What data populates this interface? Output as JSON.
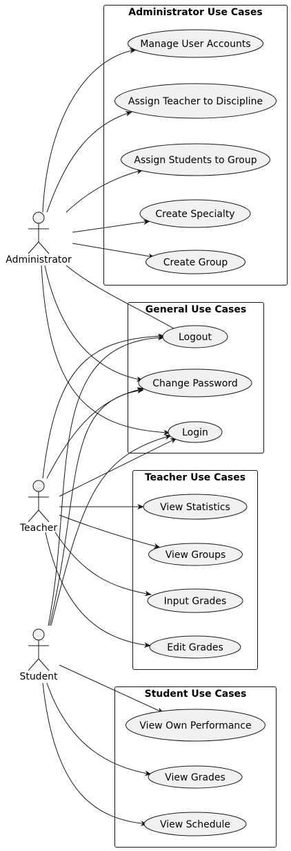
{
  "actors": {
    "administrator": "Administrator",
    "teacher": "Teacher",
    "student": "Student"
  },
  "packages": {
    "admin": {
      "title": "Administrator Use Cases",
      "use_cases": {
        "manage_user_accounts": "Manage User Accounts",
        "assign_teacher": "Assign Teacher to Discipline",
        "assign_students": "Assign Students to Group",
        "create_specialty": "Create Specialty",
        "create_group": "Create Group"
      }
    },
    "general": {
      "title": "General Use Cases",
      "use_cases": {
        "logout": "Logout",
        "change_password": "Change Password",
        "login": "Login"
      }
    },
    "teacher": {
      "title": "Teacher Use Cases",
      "use_cases": {
        "view_statistics": "View Statistics",
        "view_groups": "View Groups",
        "input_grades": "Input Grades",
        "edit_grades": "Edit Grades"
      }
    },
    "student": {
      "title": "Student Use Cases",
      "use_cases": {
        "view_own_performance": "View Own Performance",
        "view_grades": "View Grades",
        "view_schedule": "View Schedule"
      }
    }
  },
  "relations": [
    [
      "administrator",
      "manage_user_accounts"
    ],
    [
      "administrator",
      "assign_teacher"
    ],
    [
      "administrator",
      "assign_students"
    ],
    [
      "administrator",
      "create_specialty"
    ],
    [
      "administrator",
      "create_group"
    ],
    [
      "administrator",
      "logout"
    ],
    [
      "administrator",
      "change_password"
    ],
    [
      "administrator",
      "login"
    ],
    [
      "teacher",
      "logout"
    ],
    [
      "teacher",
      "change_password"
    ],
    [
      "teacher",
      "login"
    ],
    [
      "teacher",
      "view_statistics"
    ],
    [
      "teacher",
      "view_groups"
    ],
    [
      "teacher",
      "input_grades"
    ],
    [
      "teacher",
      "edit_grades"
    ],
    [
      "student",
      "logout"
    ],
    [
      "student",
      "change_password"
    ],
    [
      "student",
      "login"
    ],
    [
      "student",
      "view_own_performance"
    ],
    [
      "student",
      "view_grades"
    ],
    [
      "student",
      "view_schedule"
    ]
  ],
  "colors": {
    "use_case_fill": "#F1F1F1",
    "stroke": "#181818",
    "background": "#FFFFFF"
  }
}
